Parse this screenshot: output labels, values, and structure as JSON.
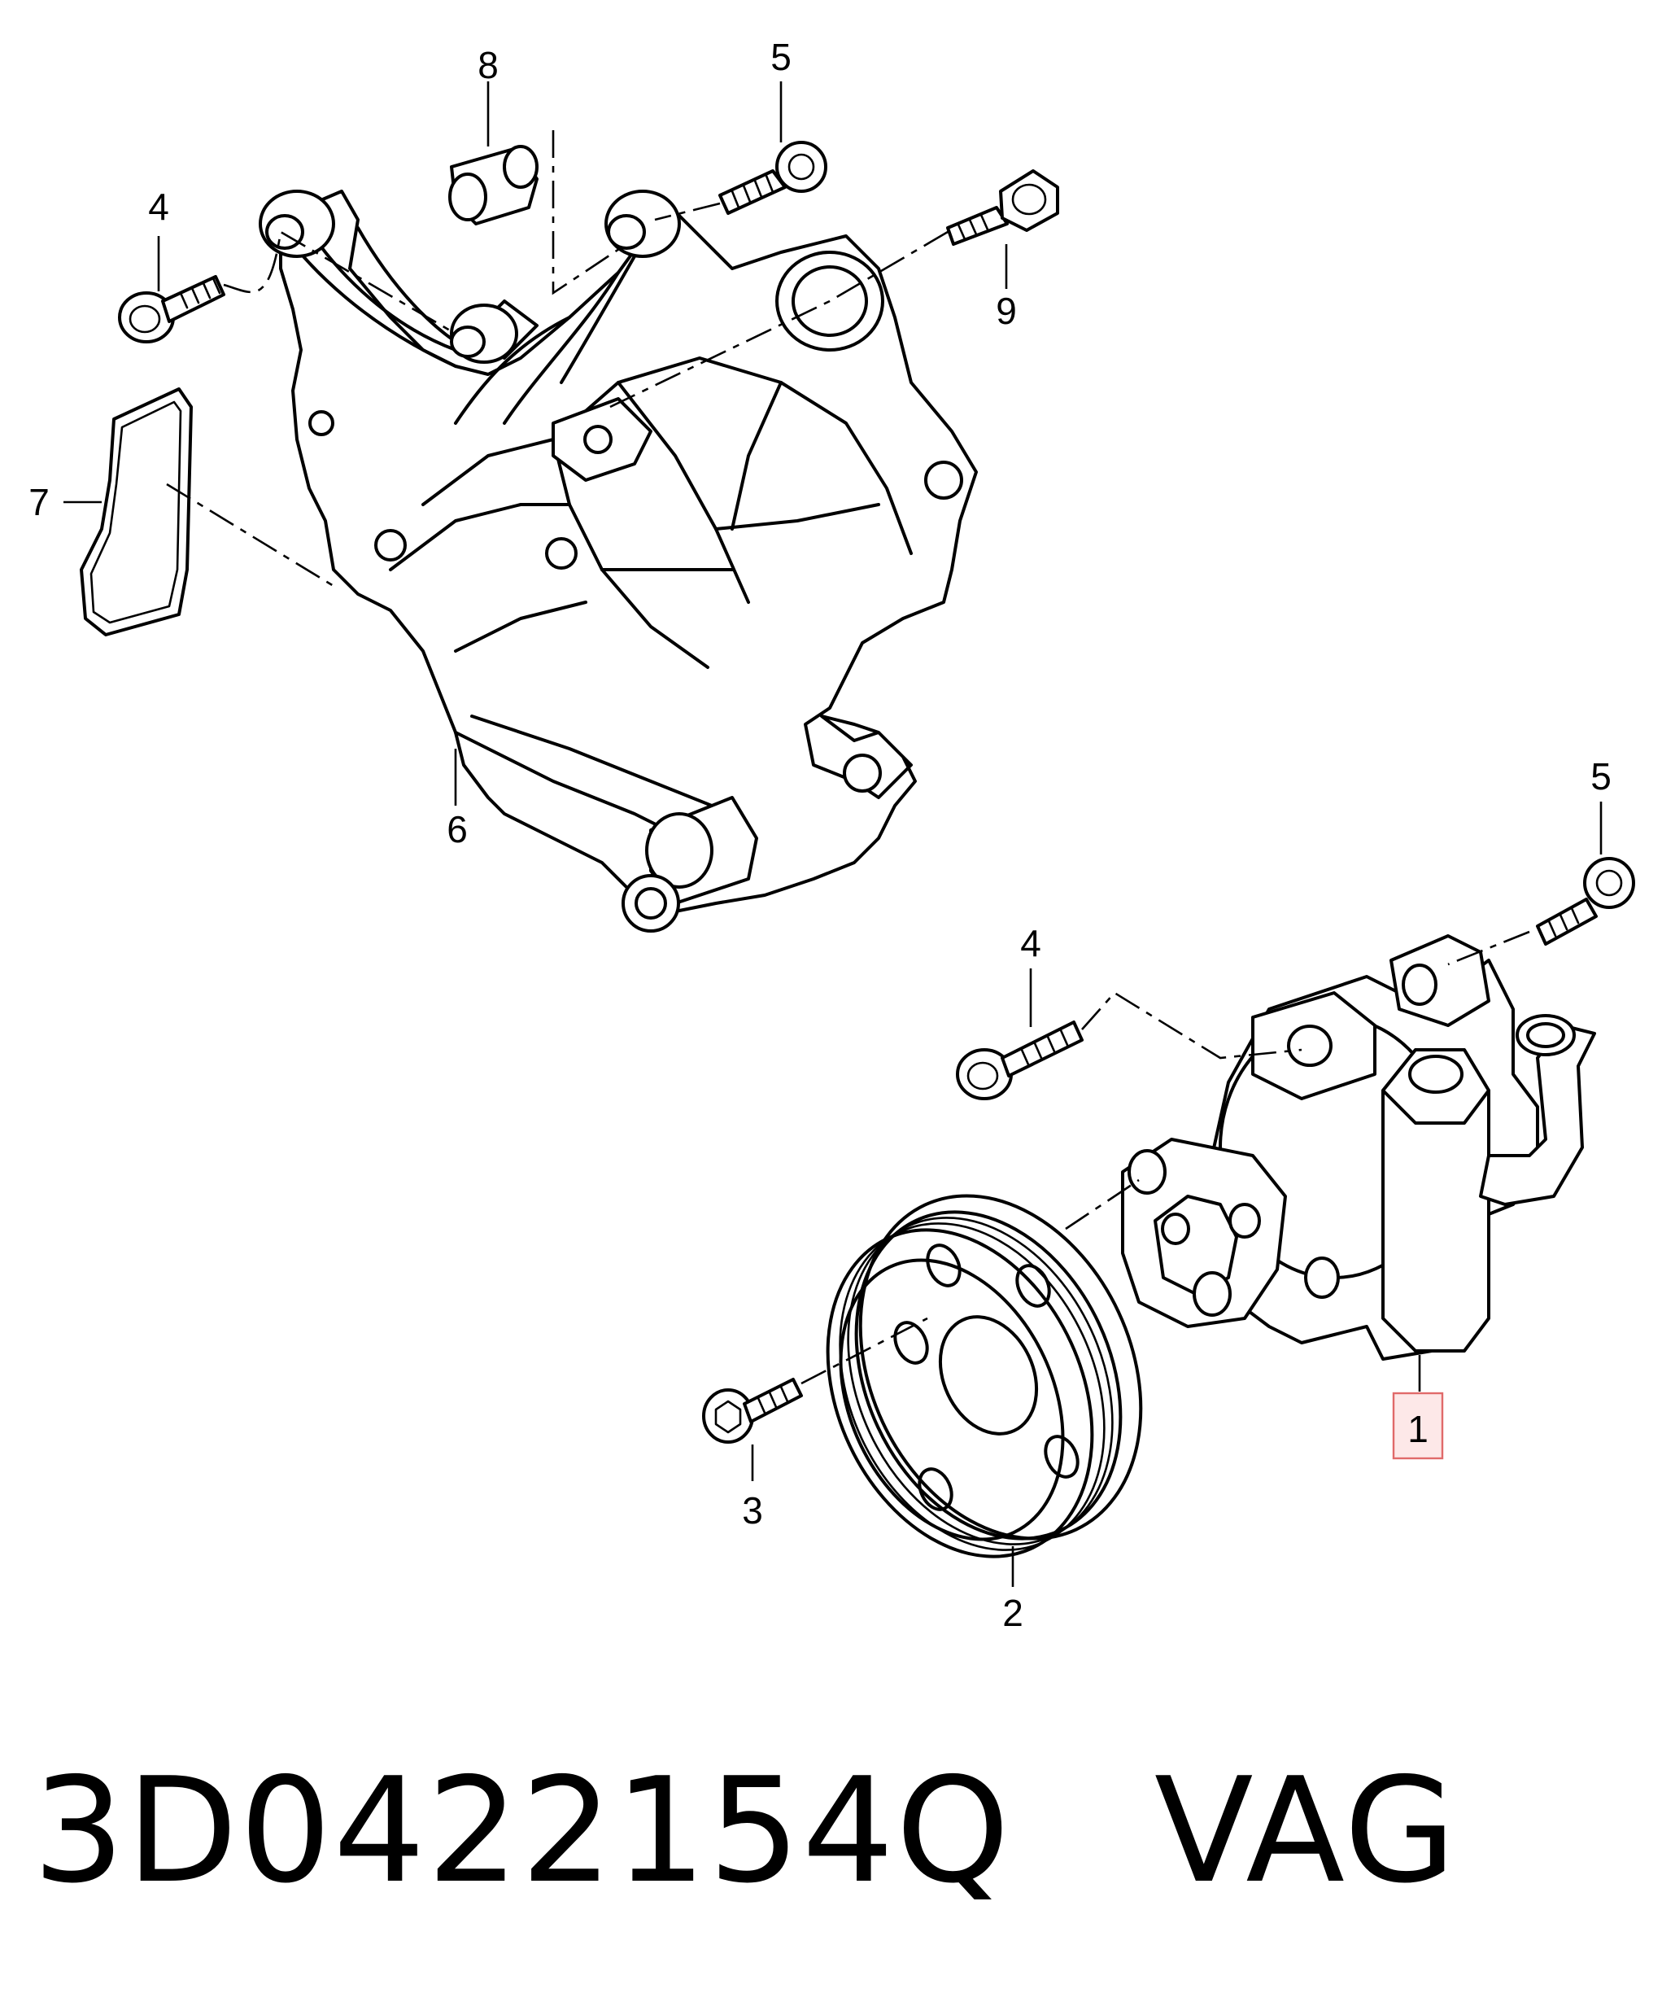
{
  "callouts": {
    "c1": "1",
    "c2": "2",
    "c3": "3",
    "c4_top": "4",
    "c4_bottom": "4",
    "c5_top": "5",
    "c5_right": "5",
    "c6": "6",
    "c7": "7",
    "c8": "8",
    "c9": "9"
  },
  "highlight": {
    "callout": "1",
    "color": "#e06a6a",
    "fill": "#fde8e8"
  },
  "caption": {
    "part_number": "3D0422154Q",
    "brand": "VAG"
  }
}
